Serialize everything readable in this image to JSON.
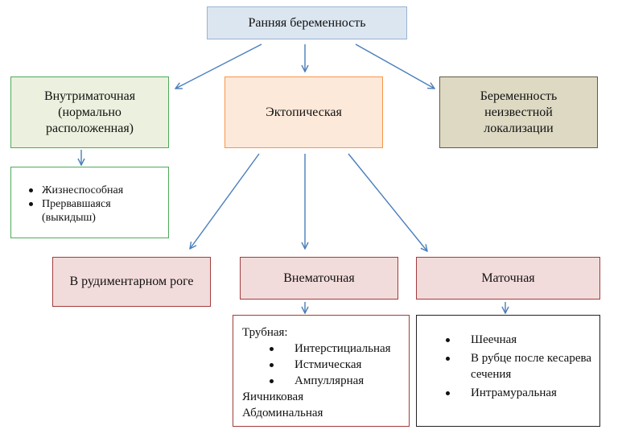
{
  "nodes": {
    "root": "Ранняя беременность",
    "intrauterine": "Внутриматочная (нормально расположенная)",
    "ectopic": "Эктопическая",
    "unknown_location": "Беременность неизвестной локализации",
    "rudimentary_horn": "В рудиментарном роге",
    "extrauterine": "Внематочная",
    "uterine": "Маточная"
  },
  "lists": {
    "intrauterine_items": [
      "Жизнеспособная",
      "Прервавшаяся (выкидыш)"
    ],
    "extrauterine_heading": "Трубная:",
    "tubal_items": [
      "Интерстициальная",
      "Истмическая",
      "Ампуллярная"
    ],
    "extrauterine_tail": [
      "Яичниковая",
      "Абдоминальная"
    ],
    "uterine_items": [
      "Шеечная",
      "В рубце после кесарева сечения",
      "Интрамуральная"
    ]
  },
  "colors": {
    "arrow": "#4a7ebb",
    "root_fill": "#dce6f1",
    "intrauterine_fill": "#ebf1de",
    "ectopic_fill": "#fde9d9",
    "unknown_fill": "#ddd9c3",
    "ectopic_child_fill": "#f2dcdb"
  }
}
